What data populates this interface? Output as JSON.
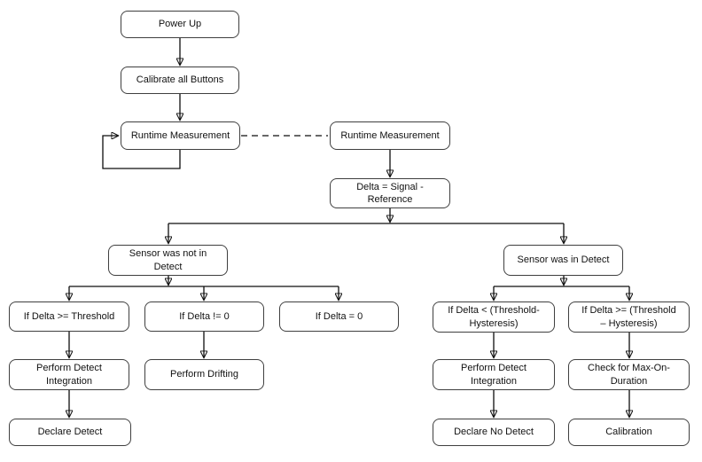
{
  "diagram": {
    "type": "flowchart",
    "colors": {
      "background": "#ffffff",
      "box_fill": "#ffffff",
      "box_border": "#3f3f3f",
      "line": "#0d0d0d",
      "text": "#111111"
    },
    "nodes": {
      "power_up": {
        "label": "Power Up"
      },
      "calibrate_all_buttons": {
        "label": "Calibrate all Buttons"
      },
      "runtime_measurement_left": {
        "label": "Runtime Measurement"
      },
      "runtime_measurement_right": {
        "label": "Runtime Measurement"
      },
      "delta_signal_reference": {
        "label": "Delta = Signal -\nReference"
      },
      "sensor_was_not_in_detect": {
        "label": "Sensor was not in\nDetect"
      },
      "sensor_was_in_detect": {
        "label": "Sensor was in Detect"
      },
      "if_delta_ge_threshold": {
        "label": "If Delta >= Threshold"
      },
      "if_delta_ne_zero": {
        "label": "If Delta != 0"
      },
      "if_delta_eq_zero": {
        "label": "If Delta = 0"
      },
      "perform_detect_integration_left": {
        "label": "Perform Detect\nIntegration"
      },
      "perform_drifting": {
        "label": "Perform Drifting"
      },
      "declare_detect": {
        "label": "Declare Detect"
      },
      "if_delta_lt_threshold_hysteresis": {
        "label": "If Delta < (Threshold-\nHysteresis)"
      },
      "if_delta_ge_threshold_hysteresis": {
        "label": "If Delta >= (Threshold\n– Hysteresis)"
      },
      "perform_detect_integration_right": {
        "label": "Perform Detect\nIntegration"
      },
      "check_for_max_on_duration": {
        "label": "Check for Max-On-\nDuration"
      },
      "declare_no_detect": {
        "label": "Declare No Detect"
      },
      "calibration": {
        "label": "Calibration"
      }
    }
  }
}
